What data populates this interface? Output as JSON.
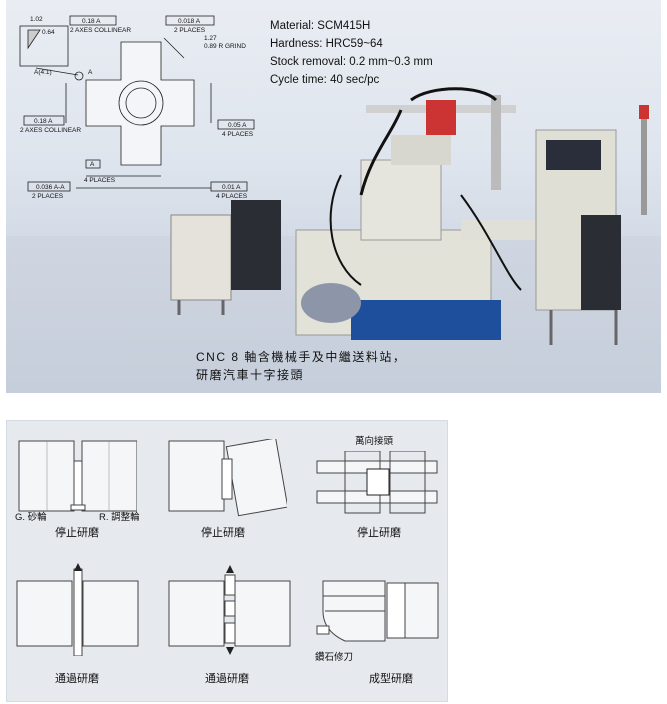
{
  "specs": {
    "material": "Material: SCM415H",
    "hardness": "Hardness: HRC59~64",
    "stock": "Stock removal: 0.2 mm~0.3 mm",
    "cycle": "Cycle time: 40 sec/pc"
  },
  "drawing": {
    "dim_102": "1.02",
    "dim_064": "0.64",
    "tol_018a_top": "0.18 A",
    "two_axes_collinear_top": "2 AXES COLLINEAR",
    "tol_0018a": "0.018 A",
    "two_places_top": "2 PLACES",
    "r_grind_1": "1.27",
    "r_grind_2": "0.89 R GRIND",
    "detail_a": "A(4:1)",
    "datum_a_mark": "A",
    "tol_018a_left": "0.18 A",
    "two_axes_collinear_left": "2 AXES COLLINEAR",
    "tol_005a": "0.05 A",
    "four_places_right": "4 PLACES",
    "datum_a_box": "A",
    "four_places_mid": "4 PLACES",
    "tol_0036": "0.036 A-A",
    "two_places_bottom": "2 PLACES",
    "tol_001a": "0.01 A",
    "four_places_bottom": "4 PLACES"
  },
  "caption": {
    "line1": "CNC 8 軸含機械手及中繼送料站，",
    "line2": "研磨汽車十字接頭"
  },
  "diagrams": {
    "g_wheel": "G. 砂輪",
    "r_wheel": "R. 調整輪",
    "stop_grind_1": "停止研磨",
    "stop_grind_2": "停止研磨",
    "universal_joint": "萬向接頭",
    "stop_grind_3": "停止研磨",
    "through_grind_1": "通過研磨",
    "through_grind_2": "通過研磨",
    "diamond_dresser": "鑽石修刀",
    "form_grind": "成型研磨"
  }
}
